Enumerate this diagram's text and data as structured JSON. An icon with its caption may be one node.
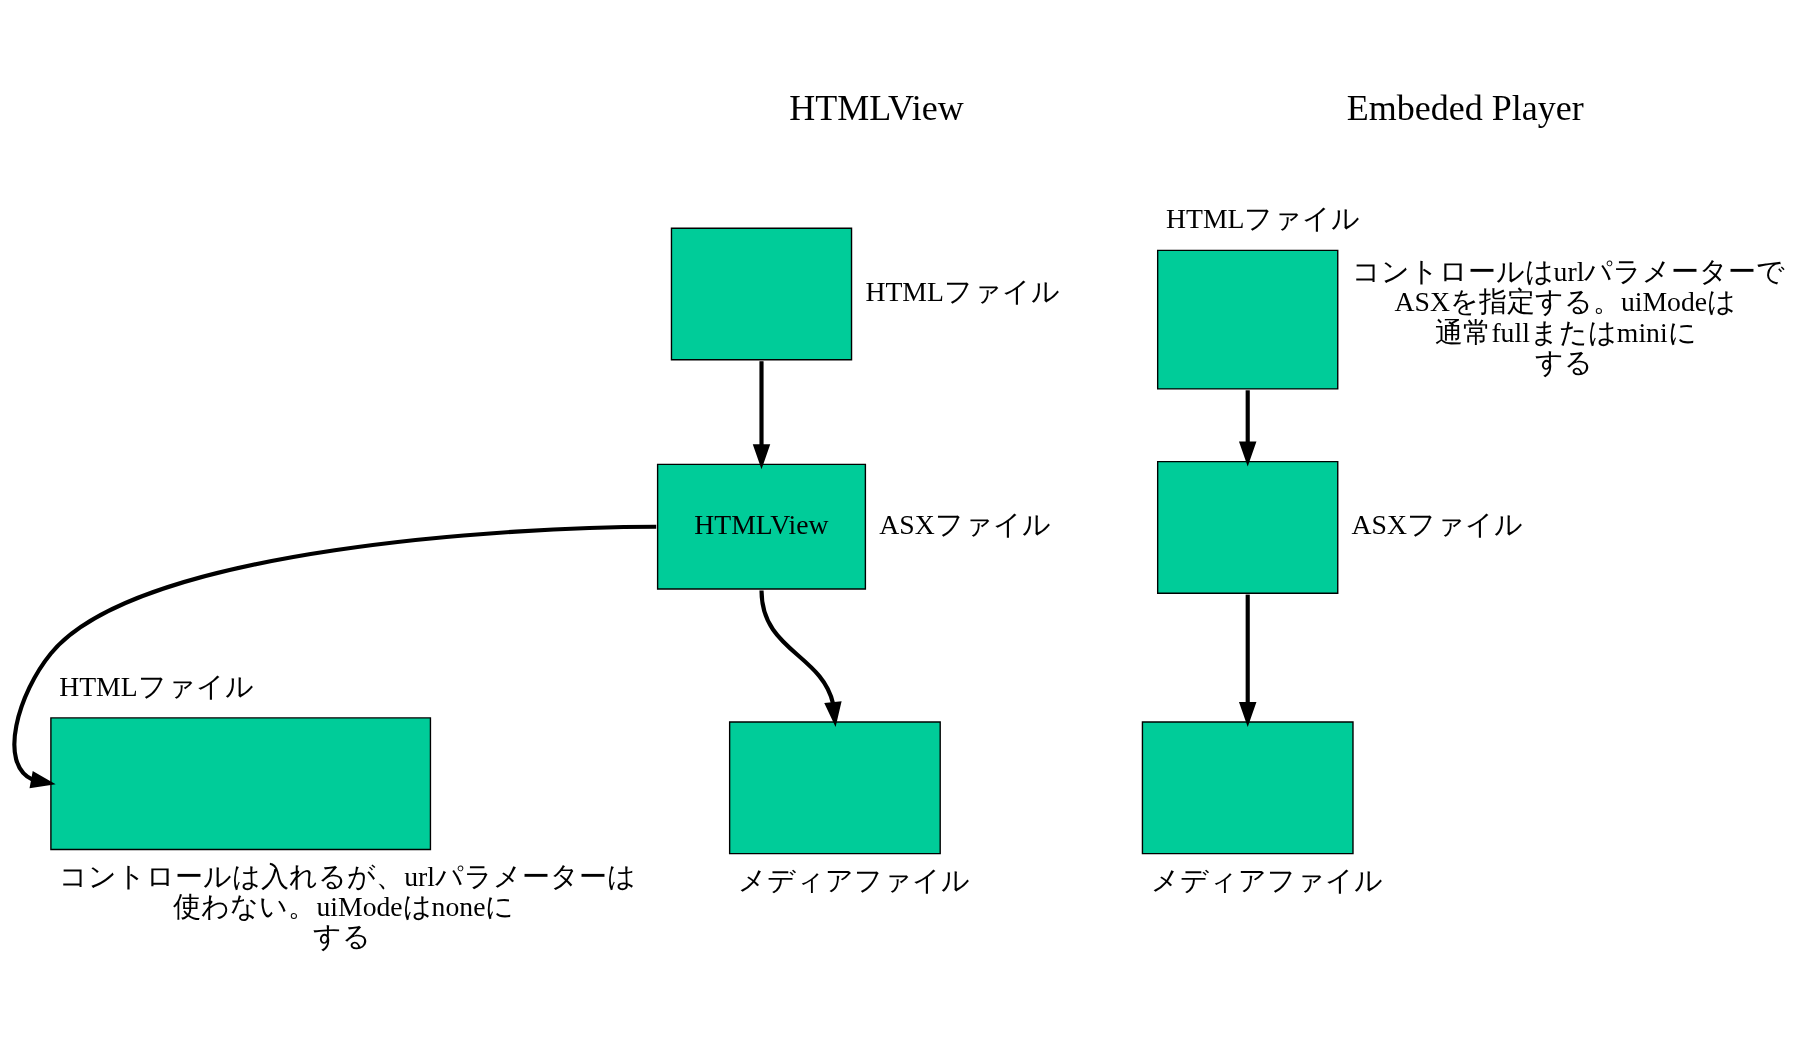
{
  "diagram": {
    "nodes": [
      {
        "text": [],
        "shape": "box",
        "beside": [
          "HTMLファイル"
        ]
      },
      {
        "text": [
          "HTMLView"
        ],
        "beside": [
          "ASXファイル"
        ]
      },
      {
        "text": [],
        "shape": "box",
        "beside": [
          "HTMLファイル",
          "コントロールは入れるが、urlパラメーターは使わない。uiModeはnoneにする"
        ]
      },
      {
        "text": [],
        "shape": "box",
        "beside": [
          "メディアファイル"
        ]
      },
      {
        "text": [],
        "shape": "box",
        "beside": [
          "HTMLファイル",
          "コントロールはurlパラメーターでASXを指定する。uiModeは通常fullまたはminiにする"
        ]
      },
      {
        "text": [],
        "shape": "box",
        "beside": [
          "ASXファイル"
        ]
      },
      {
        "text": [],
        "shape": "box",
        "beside": [
          "メディアファイル"
        ]
      }
    ],
    "edges": [
      {
        "from": 0,
        "to": 1,
        "arrow": "to"
      },
      {
        "from": 1,
        "to": 2,
        "arrow": "to"
      },
      {
        "from": 1,
        "to": 3,
        "arrow": "to"
      },
      {
        "from": 4,
        "to": 5,
        "arrow": "to"
      },
      {
        "from": 5,
        "to": 6,
        "arrow": "to"
      }
    ],
    "labels": [
      "HTMLView",
      "Embeded Player"
    ]
  }
}
